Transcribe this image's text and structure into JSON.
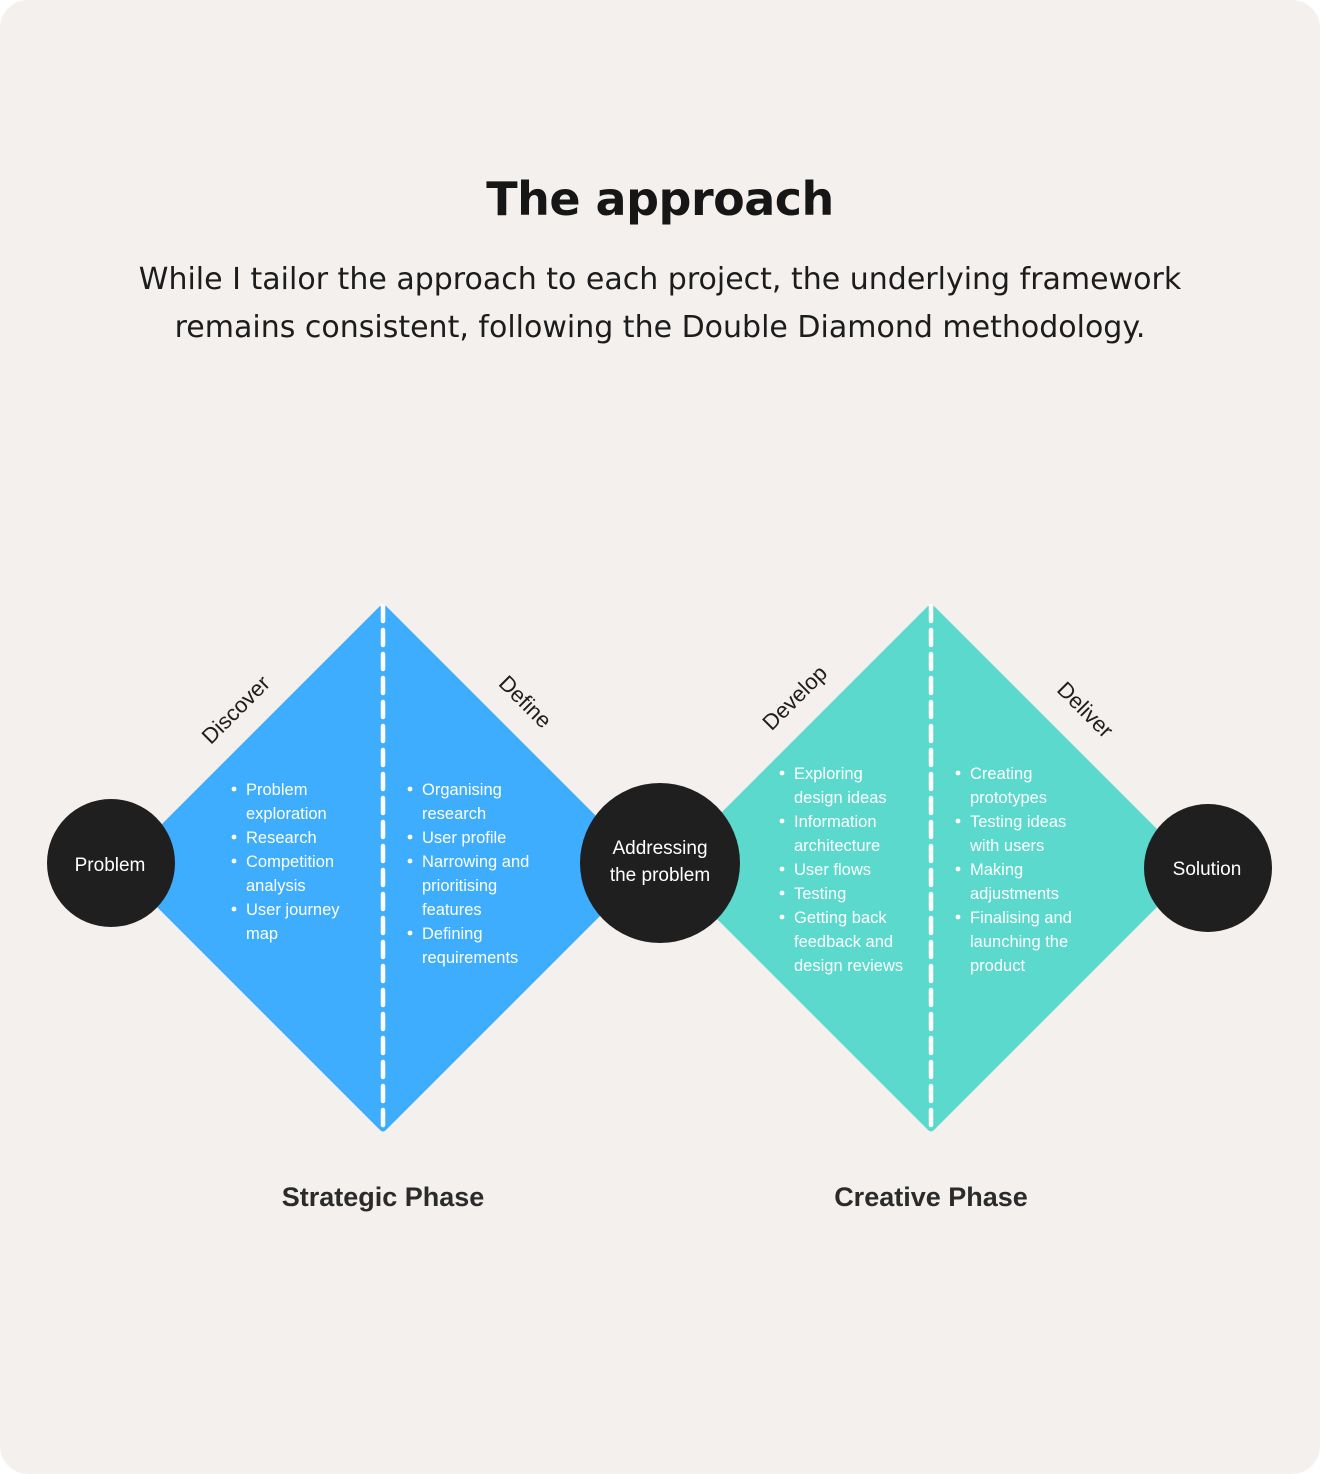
{
  "heading": "The approach",
  "intro": "While I tailor the approach to each project, the underlying framework remains consistent, following the Double Diamond methodology.",
  "colors": {
    "background": "#f4f0ed",
    "strategic": "#3eadfd",
    "creative": "#5cd9cd",
    "node": "#1f1f1f"
  },
  "nodes": {
    "problem": "Problem",
    "addressing": [
      "Addressing",
      "the problem"
    ],
    "solution": "Solution"
  },
  "stages": {
    "discover": {
      "label": "Discover",
      "items": [
        [
          "Problem",
          "exploration"
        ],
        [
          "Research"
        ],
        [
          "Competition",
          "analysis"
        ],
        [
          "User journey",
          "map"
        ]
      ]
    },
    "define": {
      "label": "Define",
      "items": [
        [
          "Organising",
          "research"
        ],
        [
          "User profile"
        ],
        [
          "Narrowing and",
          "prioritising",
          "features"
        ],
        [
          "Defining",
          "requirements"
        ]
      ]
    },
    "develop": {
      "label": "Develop",
      "items": [
        [
          "Exploring",
          "design ideas"
        ],
        [
          "Information",
          "architecture"
        ],
        [
          "User flows"
        ],
        [
          "Testing"
        ],
        [
          "Getting back",
          "feedback and",
          "design reviews"
        ]
      ]
    },
    "deliver": {
      "label": "Deliver",
      "items": [
        [
          "Creating",
          "prototypes"
        ],
        [
          "Testing ideas",
          "with users"
        ],
        [
          "Making",
          "adjustments"
        ],
        [
          "Finalising and",
          "launching the",
          "product"
        ]
      ]
    }
  },
  "phases": {
    "strategic": "Strategic Phase",
    "creative": "Creative Phase"
  }
}
